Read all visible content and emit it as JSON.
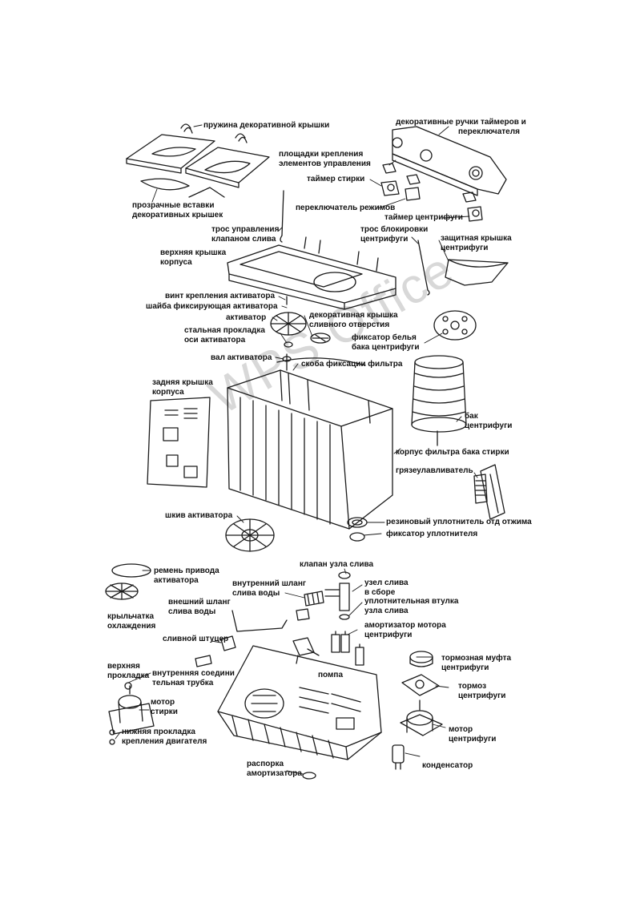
{
  "watermark": "WPS Office",
  "labels": {
    "spring": "пружина декоративной крышки",
    "knobs_l1": "декоративные ручки таймеров и",
    "knobs_l2": "переключателя",
    "pads_l1": "площадки крепления",
    "pads_l2": "элементов управления",
    "wash_timer": "таймер стирки",
    "inserts_l1": "прозрачные вставки",
    "inserts_l2": "декоративных крышек",
    "mode_switch": "переключатель режимов",
    "spin_timer": "таймер центрифуги",
    "cable_valve_l1": "трос управления",
    "cable_valve_l2": "клапаном слива",
    "cable_lock_l1": "трос блокировки",
    "cable_lock_l2": "центрифуги",
    "cover_spin_l1": "защитная крышка",
    "cover_spin_l2": "центрифуги",
    "top_cover_l1": "верхняя крышка",
    "top_cover_l2": "корпуса",
    "screw_activator": "винт крепления активатора",
    "washer_activator": "шайба фиксирующая активатора",
    "activator": "активатор",
    "drain_cover_l1": "декоративная крышка",
    "drain_cover_l2": "сливного отверстия",
    "steel_gasket_l1": "стальная прокладка",
    "steel_gasket_l2": "оси активатора",
    "laundry_lock_l1": "фиксатор белья",
    "laundry_lock_l2": "бака центрифуги",
    "activator_shaft": "вал активатора",
    "filter_bracket": "скоба фиксации фильтра",
    "rear_cover_l1": "задняя крышка",
    "rear_cover_l2": "корпуса",
    "spin_tank_l1": "бак",
    "spin_tank_l2": "центрифуги",
    "filter_body": "корпус фильтра бака стирки",
    "lint_trap": "грязеулавливатель",
    "activator_pulley": "шкив активатора",
    "rubber_seal": "резиновый уплотнитель отд отжима",
    "seal_lock": "фиксатор уплотнителя",
    "drain_valve": "клапан узла слива",
    "belt_l1": "ремень привода",
    "belt_l2": "активатора",
    "inner_hose_l1": "внутренний шланг",
    "inner_hose_l2": "слива воды",
    "drain_unit_l1": "узел слива",
    "drain_unit_l2": "в сборе",
    "seal_sleeve_l1": "уплотнительная втулка",
    "seal_sleeve_l2": "узла слива",
    "cooling_fan_l1": "крыльчатка",
    "cooling_fan_l2": "охлаждения",
    "outer_hose_l1": "внешний шланг",
    "outer_hose_l2": "слива воды",
    "damper_spin_l1": "амортизатор мотора",
    "damper_spin_l2": "центрифуги",
    "drain_fitting": "сливной штуцер",
    "brake_clutch_l1": "тормозная муфта",
    "brake_clutch_l2": "центрифуги",
    "upper_pad_l1": "верхняя",
    "upper_pad_l2": "прокладка",
    "inner_tube_l1": "внутренняя соедини",
    "inner_tube_l2": "тельная трубка",
    "pump": "помпа",
    "brake_l1": "тормоз",
    "brake_l2": "центрифуги",
    "wash_motor_l1": "мотор",
    "wash_motor_l2": "стирки",
    "lower_pad_l1": "нижняя прокладка",
    "lower_pad_l2": "крепления двигателя",
    "spin_motor_l1": "мотор",
    "spin_motor_l2": "центрифуги",
    "damper_spacer_l1": "распорка",
    "damper_spacer_l2": "амортизатора",
    "capacitor": "конденсатор"
  }
}
